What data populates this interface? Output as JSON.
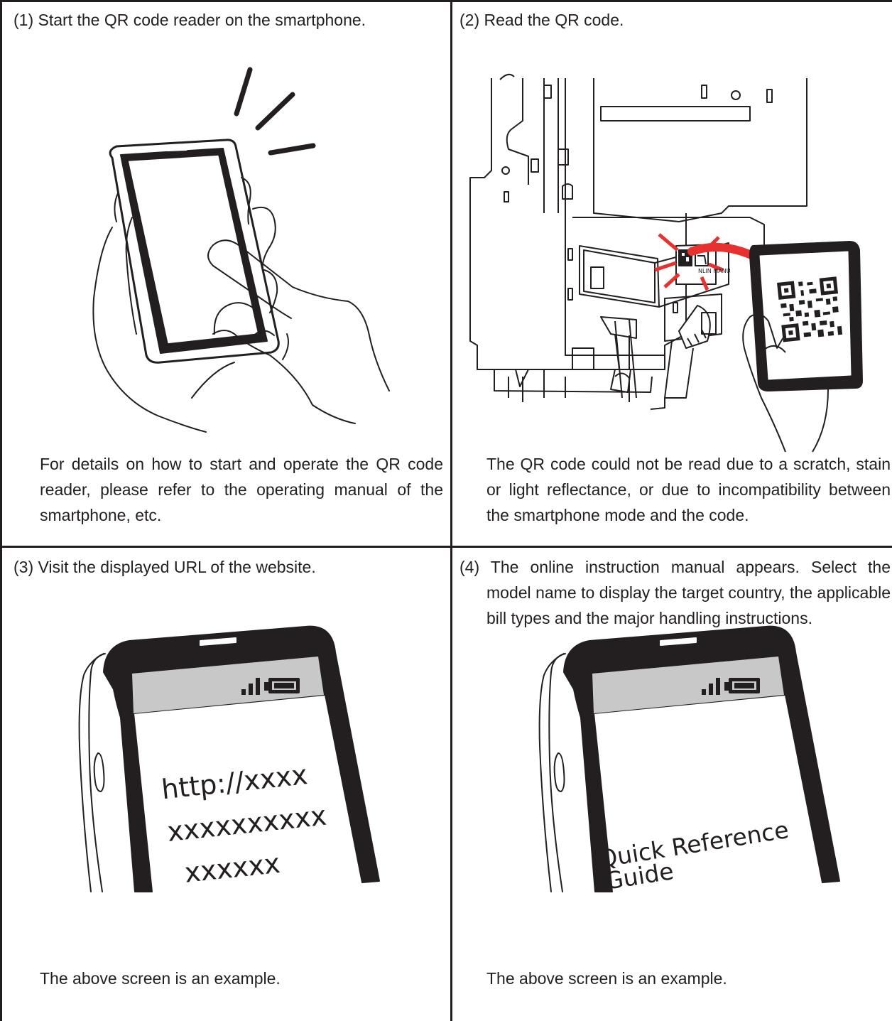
{
  "panels": [
    {
      "step": "(1) Start the QR code reader on the smartphone.",
      "note": "For details on how to start and operate the QR code reader, please refer to the operating manual of the smartphone, etc."
    },
    {
      "step": "(2) Read the QR code.",
      "note": "The QR code could not be read due to a scratch, stain or light reflectance, or due to incompatibility between the smartphone mode and the code.",
      "label_text": "NLIN MANU"
    },
    {
      "step": "(3) Visit the displayed URL of the website.",
      "note": "The above screen is an example.",
      "screen_lines": [
        "http://xxxx",
        "xxxxxxxxxx",
        "xxxxxx"
      ]
    },
    {
      "step": "(4) The online instruction manual appears. Select the model name to display the target country, the applicable bill types and the major handling instructions.",
      "note": "The above screen is an example.",
      "screen_lines": [
        "Quick Reference",
        "Guide"
      ]
    }
  ],
  "colors": {
    "ink": "#231f20",
    "status_bar": "#c8c8c8",
    "arrow_red": "#e8312f"
  },
  "icons": [
    "hand-holding-phone-icon",
    "bill-validator-icon",
    "qr-code-icon",
    "signal-icon",
    "battery-icon"
  ]
}
